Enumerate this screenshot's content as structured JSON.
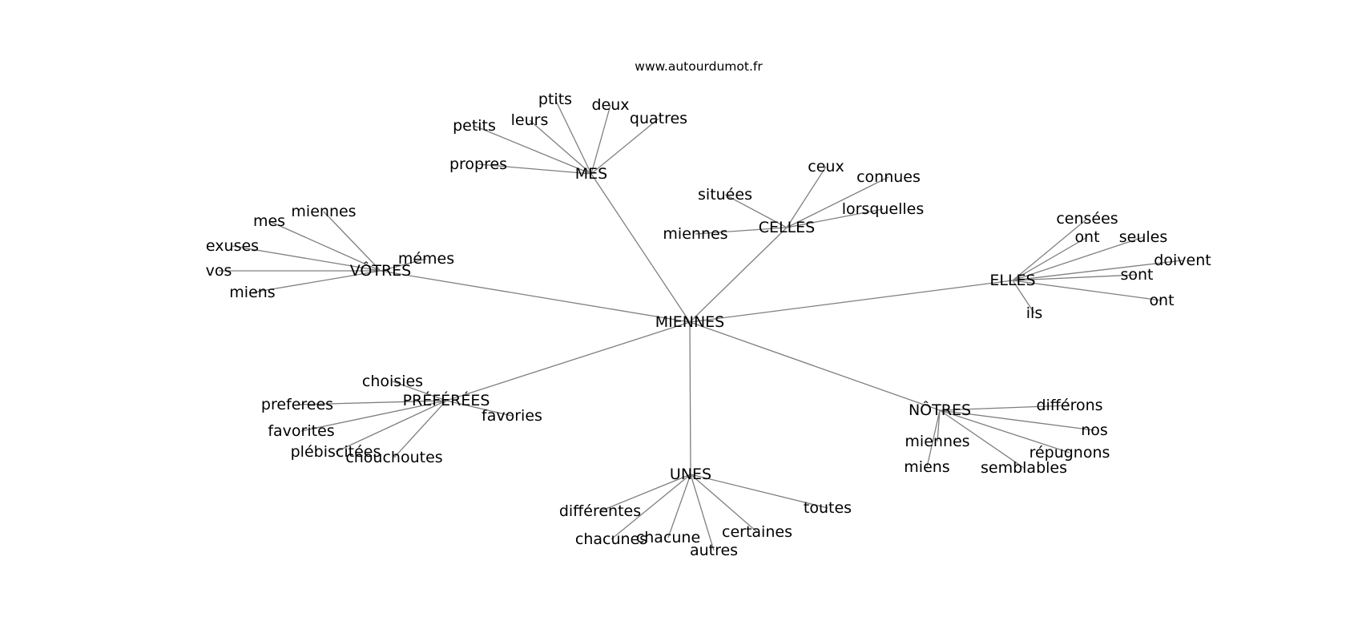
{
  "title": "www.autourdumot.fr",
  "center": "MIENNES",
  "hubs": [
    {
      "id": "mes",
      "label": "MES",
      "leaves": [
        "propres",
        "petits",
        "leurs",
        "ptits",
        "deux",
        "quatres"
      ]
    },
    {
      "id": "celles",
      "label": "CELLES",
      "leaves": [
        "ceux",
        "connues",
        "situées",
        "lorsquelles",
        "miennes"
      ]
    },
    {
      "id": "votres",
      "label": "VÔTRES",
      "leaves": [
        "mes",
        "miennes",
        "exuses",
        "vos",
        "miens",
        "mémes"
      ]
    },
    {
      "id": "elles",
      "label": "ELLES",
      "leaves": [
        "censées",
        "ont",
        "seules",
        "doivent",
        "sont",
        "ont",
        "ils"
      ]
    },
    {
      "id": "preferees",
      "label": "PRÉFÉRÉES",
      "leaves": [
        "choisies",
        "preferees",
        "favorites",
        "plébiscitées",
        "chouchoutes",
        "favories"
      ]
    },
    {
      "id": "notres",
      "label": "NÔTRES",
      "leaves": [
        "différons",
        "nos",
        "répugnons",
        "semblables",
        "miennes",
        "miens"
      ]
    },
    {
      "id": "unes",
      "label": "UNES",
      "leaves": [
        "différentes",
        "chacunes",
        "chacune",
        "autres",
        "certaines",
        "toutes"
      ]
    }
  ]
}
